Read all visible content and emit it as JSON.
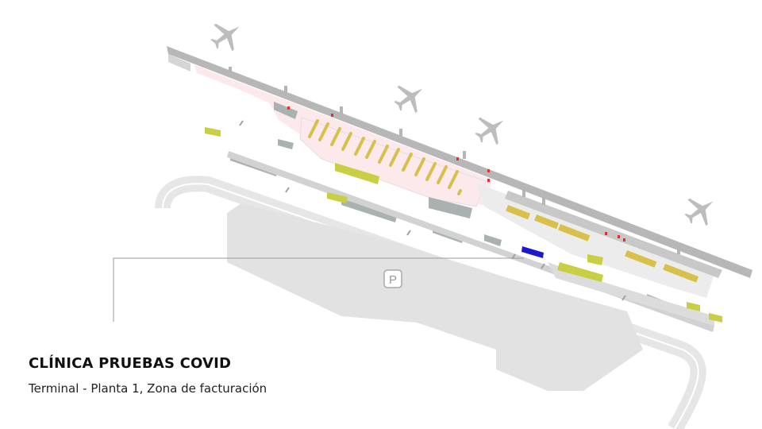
{
  "location": {
    "title": "CLÍNICA PRUEBAS COVID",
    "subtitle": "Terminal - Planta 1, Zona de facturación"
  },
  "map": {
    "parking_label": "P",
    "plane_icons": 4,
    "colors": {
      "highlight": "#1a1acc",
      "pink_zone": "#fbe9ec",
      "checkin_counters": "#d8c04a",
      "shops": "#c8cf45",
      "building": "#a9b1b1",
      "road": "#e6e6e6",
      "parking": "#e2e2e2",
      "marker": "#e03030"
    }
  }
}
